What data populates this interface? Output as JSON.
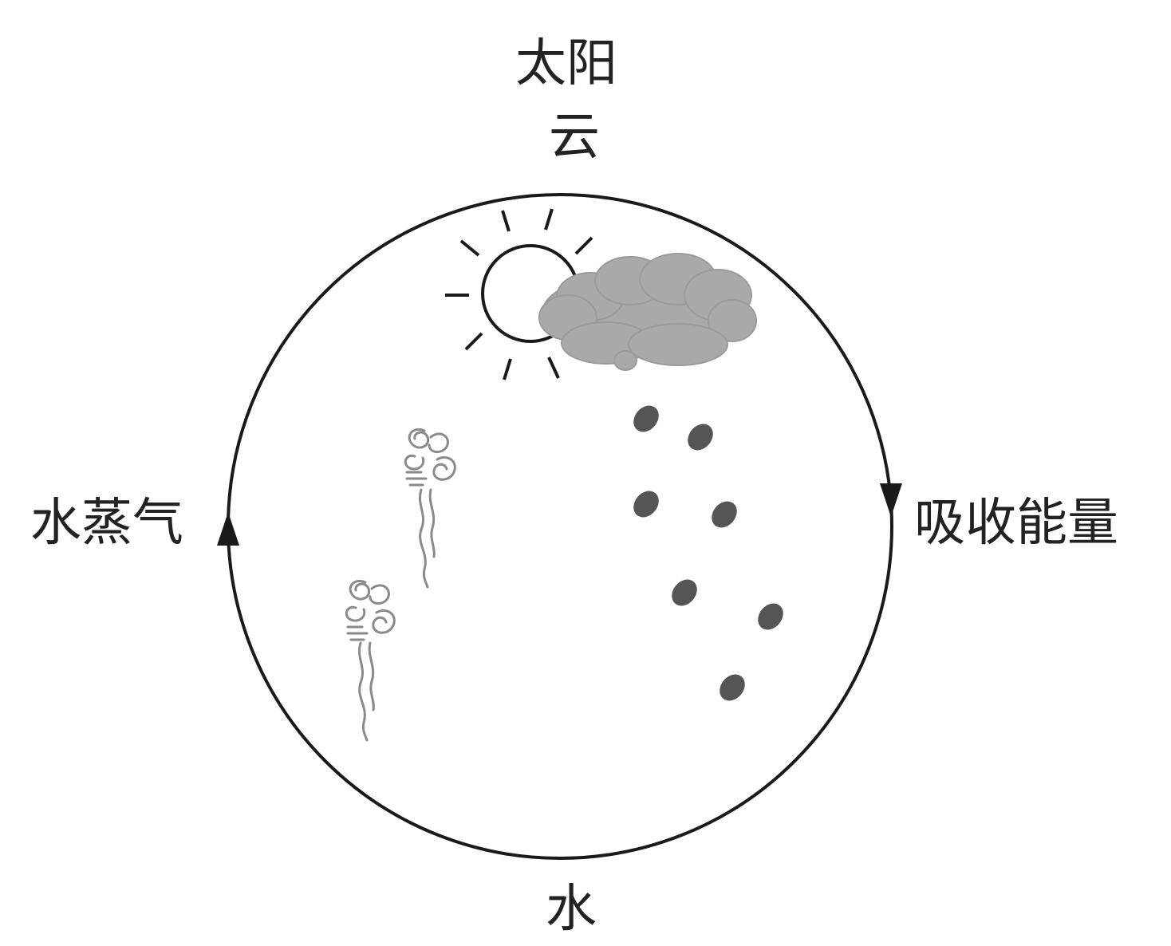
{
  "labels": {
    "sun": "太阳",
    "cloud": "云",
    "water_vapor": "水蒸气",
    "absorb_energy": "吸收能量",
    "water": "水"
  },
  "icons": {
    "sun": "sun-icon",
    "cloud": "cloud-icon",
    "raindrops": "raindrop-icon",
    "vapor": "steam-icon"
  },
  "colors": {
    "line": "#1a1a1a",
    "cloud_fill": "#a9a9a9",
    "raindrop": "#555555",
    "steam": "#9a9a9a"
  }
}
